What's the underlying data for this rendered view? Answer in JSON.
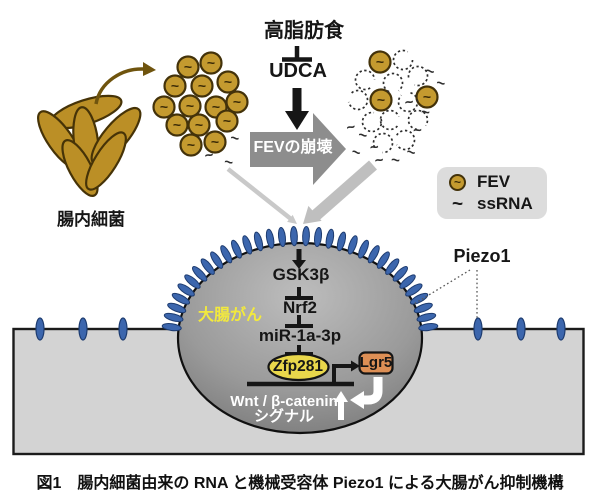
{
  "figure": {
    "high_fat_diet": "高脂肪食",
    "udca": "UDCA",
    "fev_collapse": "FEVの崩壊",
    "gut_bacteria": "腸内細菌",
    "piezo1": "Piezo1",
    "cancer_cell": "大腸がん",
    "cascade": [
      "GSK3β",
      "Nrf2",
      "miR-1a-3p"
    ],
    "zfp281": "Zfp281",
    "lgr5": "Lgr5",
    "wnt_signal_line1": "Wnt / β-catenin",
    "wnt_signal_line2": "シグナル"
  },
  "legend": {
    "fev_label": "FEV",
    "ssrna_label": "ssRNA",
    "ssrna_symbol": "~"
  },
  "caption": "図1　腸内細菌由来の RNA と機械受容体 Piezo1 による大腸がん抑制機構",
  "colors": {
    "fev_fill": "#c49a2f",
    "fev_stroke": "#43320a",
    "bacteria_fill": "#bb8f26",
    "piezo_blue": "#3c66ad",
    "cancer_label_yellow": "#f2e93e",
    "zfp281_yellow": "#e9d74b",
    "lgr5_orange": "#dd8f55",
    "collapse_arrow_gray": "#8d8d8d",
    "membrane_gray": "#d3d3d3"
  }
}
